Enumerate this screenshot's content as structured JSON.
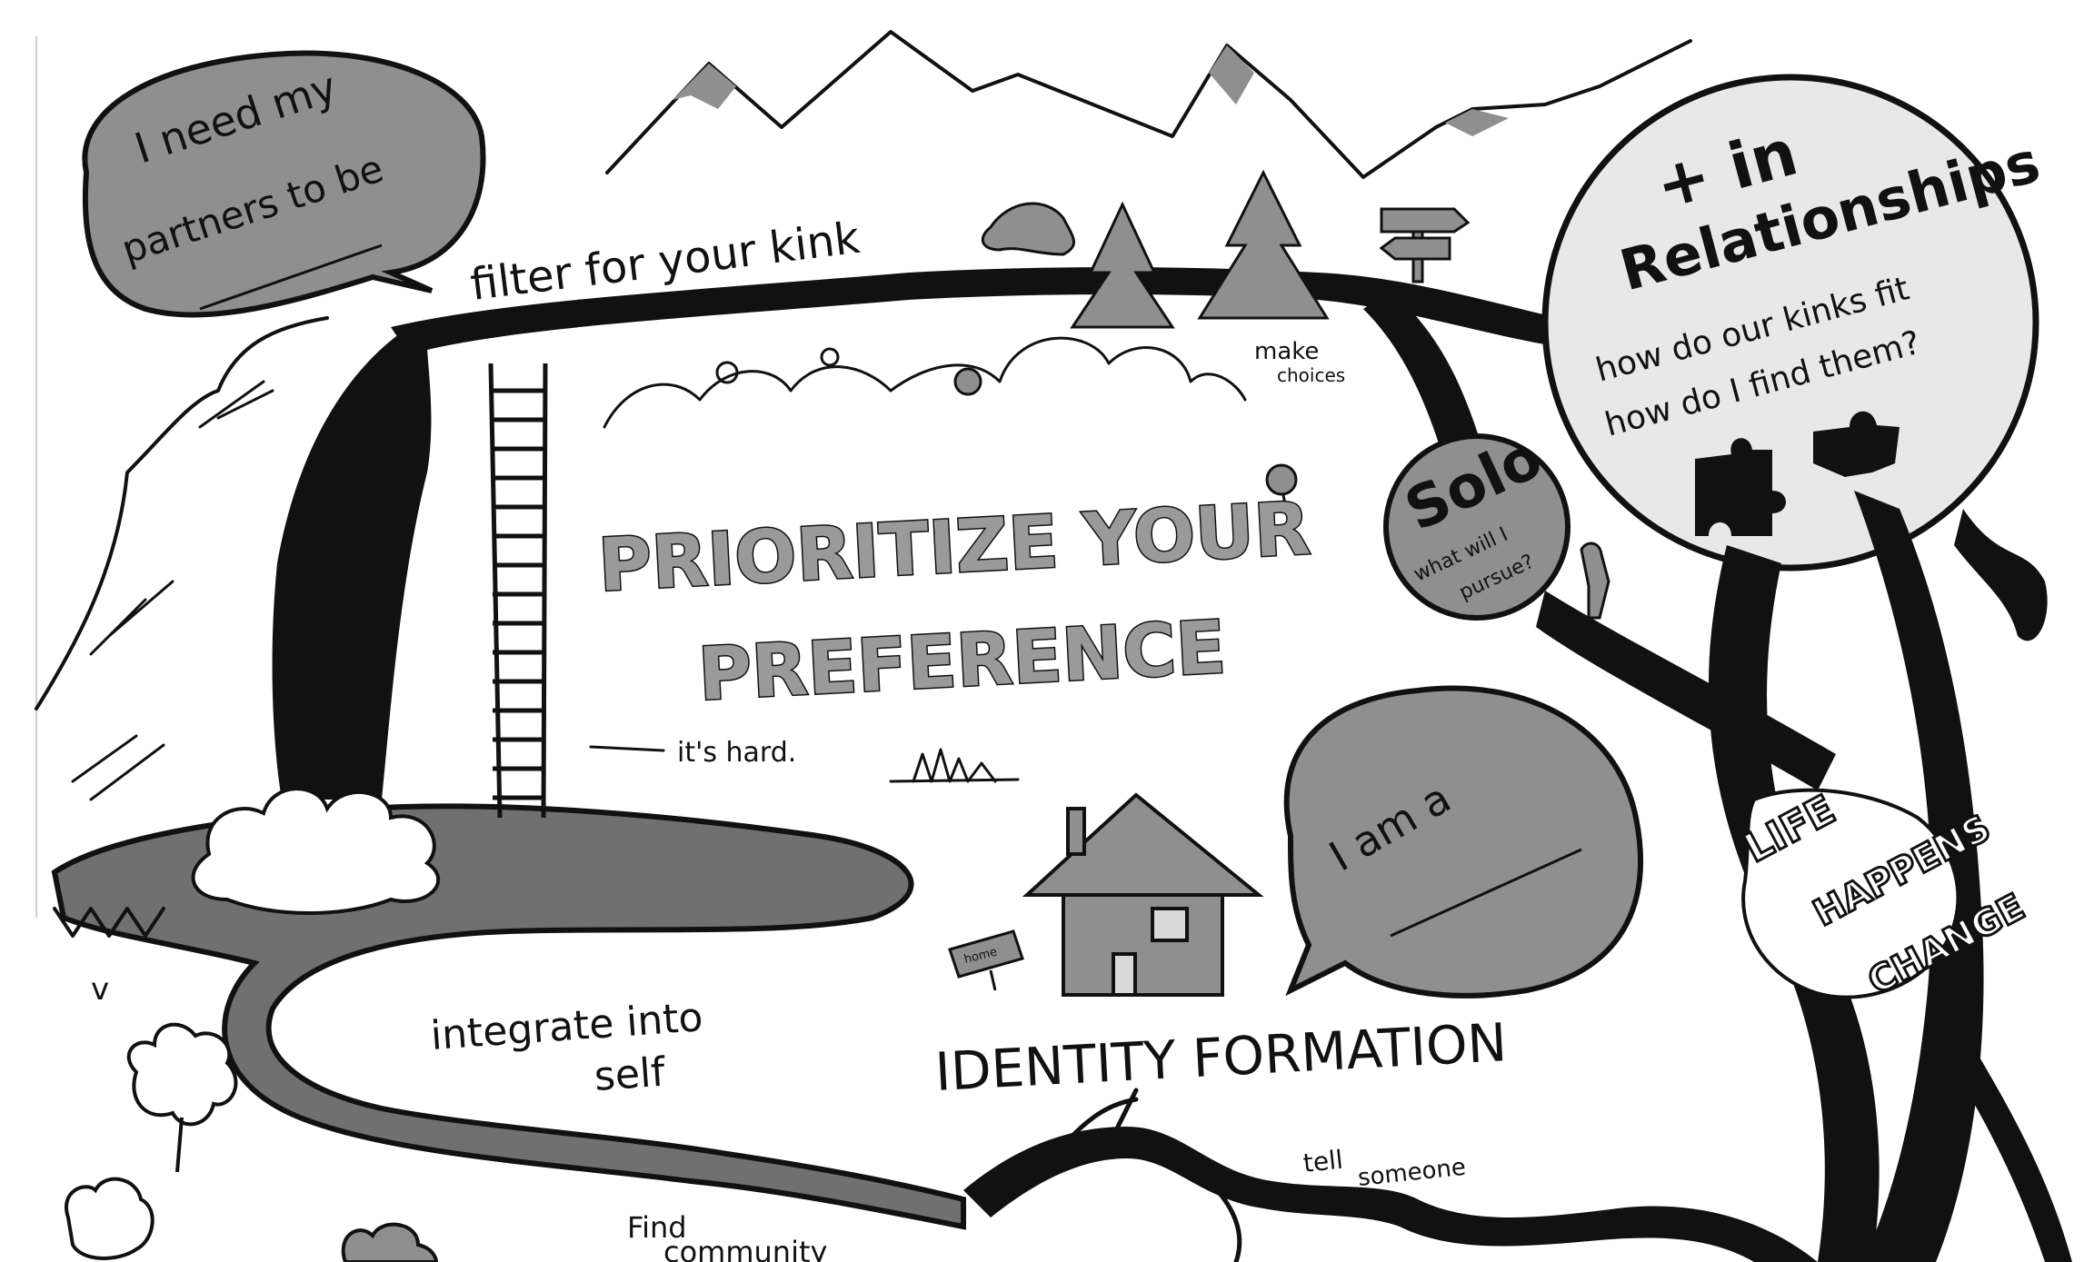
{
  "bubbles": {
    "partners": {
      "line1": "I need my",
      "line2": "partners to be"
    },
    "iam": {
      "text": "I am a"
    }
  },
  "labels": {
    "filter": "filter for your kink",
    "prioritize_line1": "PRIORITIZE YOUR",
    "prioritize_line2": "PREFERENCE",
    "its_hard": "it's hard.",
    "make": "make",
    "choices": "choices",
    "integrate_line1": "integrate into",
    "integrate_line2": "self",
    "identity": "IDENTITY FORMATION",
    "tell": "tell",
    "someone": "someone",
    "find": "Find",
    "community": "community",
    "home_sign": "home"
  },
  "solo": {
    "title": "Solo",
    "line1": "what will I",
    "line2": "pursue?"
  },
  "relationships": {
    "plus": "+ in",
    "title": "Relationships",
    "line1": "how do our kinks fit",
    "line2": "how do I find them?"
  },
  "life": {
    "word1": "LIFE",
    "word2": "HAPPENS",
    "word3": "CHANGE"
  },
  "colors": {
    "ink": "#111111",
    "grey": "#8f8f8f",
    "paper": "#ffffff",
    "light": "#e8e8e8"
  }
}
